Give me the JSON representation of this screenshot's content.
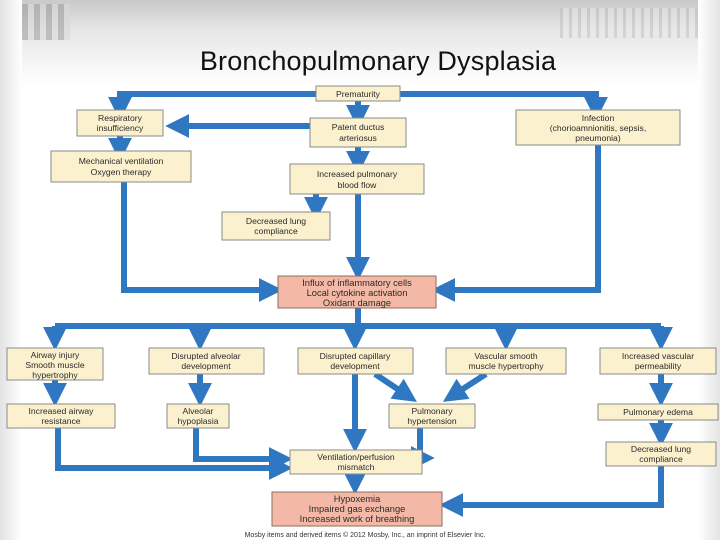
{
  "slide": {
    "title": "Bronchopulmonary Dysplasia"
  },
  "nodes": {
    "prematurity": {
      "line1": "Prematurity",
      "line2": "",
      "line3": ""
    },
    "respiratory_insufficiency": {
      "line1": "Respiratory",
      "line2": "insufficiency",
      "line3": ""
    },
    "patent_ductus": {
      "line1": "Patent ductus",
      "line2": "arteriosus",
      "line3": ""
    },
    "infection": {
      "line1": "Infection",
      "line2": "(chorioamnionitis, sepsis,",
      "line3": "pneumonia)"
    },
    "mechanical_ventilation": {
      "line1": "Mechanical ventilation",
      "line2": "Oxygen therapy",
      "line3": ""
    },
    "increased_pulmonary_flow": {
      "line1": "Increased pulmonary",
      "line2": "blood flow",
      "line3": ""
    },
    "decreased_lung_compliance_top": {
      "line1": "Decreased lung",
      "line2": "compliance",
      "line3": ""
    },
    "inflammation": {
      "line1": "Influx of inflammatory cells",
      "line2": "Local cytokine activation",
      "line3": "Oxidant damage"
    },
    "airway_injury": {
      "line1": "Airway injury",
      "line2": "Smooth muscle",
      "line3": "hypertrophy"
    },
    "disrupted_alveolar": {
      "line1": "Disrupted alveolar",
      "line2": "development",
      "line3": ""
    },
    "disrupted_capillary": {
      "line1": "Disrupted capillary",
      "line2": "development",
      "line3": ""
    },
    "vascular_smooth_muscle": {
      "line1": "Vascular smooth",
      "line2": "muscle hypertrophy",
      "line3": ""
    },
    "increased_vascular_perm": {
      "line1": "Increased vascular",
      "line2": "permeability",
      "line3": ""
    },
    "increased_airway_resistance": {
      "line1": "Increased airway",
      "line2": "resistance",
      "line3": ""
    },
    "alveolar_hypoplasia": {
      "line1": "Alveolar",
      "line2": "hypoplasia",
      "line3": ""
    },
    "pulmonary_hypertension": {
      "line1": "Pulmonary",
      "line2": "hypertension",
      "line3": ""
    },
    "pulmonary_edema": {
      "line1": "Pulmonary edema",
      "line2": "",
      "line3": ""
    },
    "vq_mismatch": {
      "line1": "Ventilation/perfusion",
      "line2": "mismatch",
      "line3": ""
    },
    "decreased_lung_compliance_bottom": {
      "line1": "Decreased lung",
      "line2": "compliance",
      "line3": ""
    },
    "hypoxemia": {
      "line1": "Hypoxemia",
      "line2": "Impaired gas exchange",
      "line3": "Increased work of breathing"
    }
  },
  "credit": "Mosby items and derived items © 2012 Mosby, Inc., an imprint of Elsevier Inc.",
  "colors": {
    "arrow": "#2f78c1",
    "box_fill": "#fbf1cf",
    "highlight_fill": "#f4b9a6"
  }
}
